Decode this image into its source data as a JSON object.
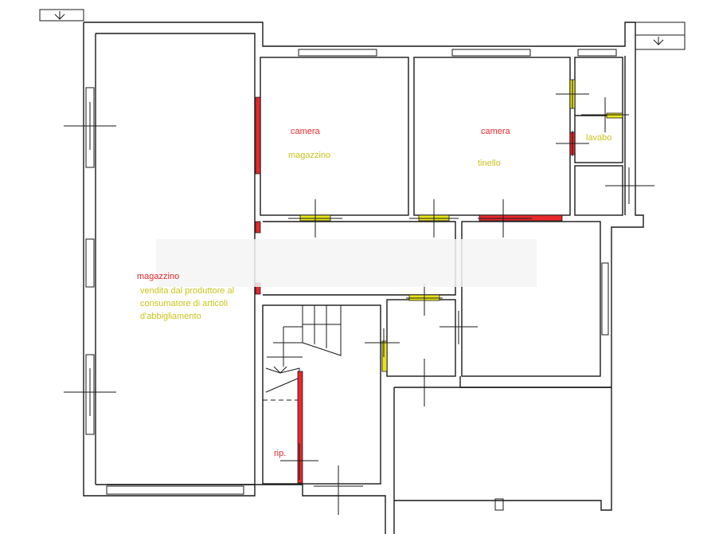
{
  "colors": {
    "wall": "#1a1a1a",
    "red_label": "#e8282b",
    "yellow_label": "#c9c41a",
    "red_fill": "#e8282b",
    "yellow_fill": "#e8e41a"
  },
  "labels": {
    "camera_left": "camera",
    "magazzino_left": "magazzino",
    "camera_right": "camera",
    "tinello": "tinello",
    "lavabo": "lavabo",
    "magazzino_big": "magazzino",
    "vendita_line1": "vendita dal produttore al",
    "vendita_line2": "consumatore di articoli",
    "vendita_line3": "d'abbigliamento",
    "rip": "rip."
  }
}
